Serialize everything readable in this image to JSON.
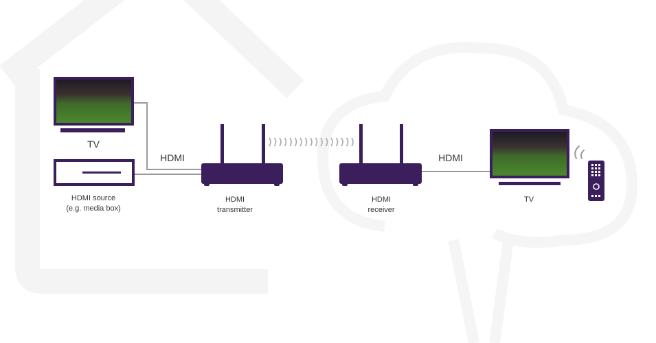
{
  "colors": {
    "device": "#3b1f5c",
    "cable": "#9a9a9a",
    "watermark": "#f4f4f4"
  },
  "labels": {
    "tv_left": "TV",
    "hdmi_source_line1": "HDMI source",
    "hdmi_source_line2": "(e.g. media box)",
    "hdmi_left": "HDMI",
    "transmitter_line1": "HDMI",
    "transmitter_line2": "transmitter",
    "receiver_line1": "HDMI",
    "receiver_line2": "receiver",
    "hdmi_right": "HDMI",
    "tv_right": "TV"
  }
}
